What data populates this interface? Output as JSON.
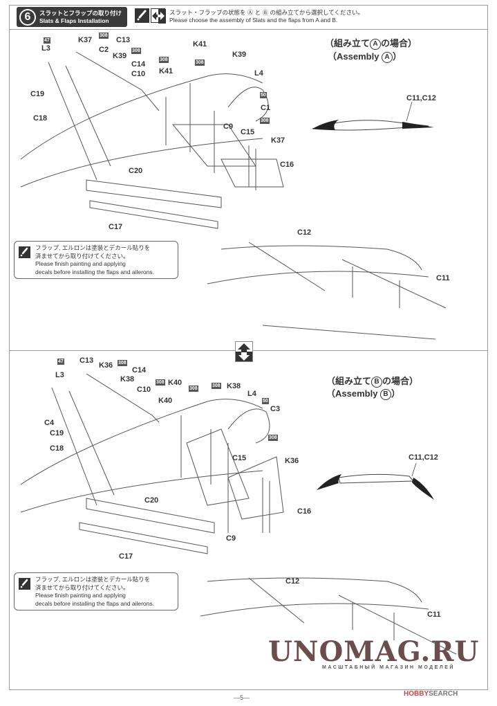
{
  "header": {
    "step_number": "6",
    "title_jp": "スラットとフラップの取り付け",
    "title_en": "Slats & Flaps Installation",
    "instruction_jp": "スラット・フラップの状態を Ⓐ と Ⓑ の組み立てから選択してください。",
    "instruction_en": "Please choose the assembly of Slats and the flaps from A and B.",
    "icons": [
      "paint-brush-icon",
      "choose-option-arrows-icon"
    ]
  },
  "note": {
    "line1_jp": "フラップ, エルロンは塗装とデカール貼りを",
    "line2_jp": "済ませてから取り付けてください。",
    "line3_en": "Please finish painting and applying",
    "line4_en": "decals before installing the flaps and ailerons."
  },
  "assembly_a": {
    "title_jp_prefix": "（組み立て",
    "title_jp_suffix": "の場合）",
    "title_en_prefix": "（Assembly ",
    "title_en_suffix": "）",
    "letter": "A",
    "profile_label": "C11,C12",
    "part_labels": [
      "L3",
      "K37",
      "C13",
      "C2",
      "K39",
      "C14",
      "C10",
      "K41",
      "K41",
      "K39",
      "L4",
      "C1",
      "C9",
      "C15",
      "K37",
      "C16",
      "C19",
      "C18",
      "C20",
      "C17",
      "C12",
      "C11"
    ],
    "paint_codes": [
      "47",
      "308",
      "308",
      "308",
      "308",
      "50",
      "308"
    ]
  },
  "assembly_b": {
    "title_jp_prefix": "（組み立て",
    "title_jp_suffix": "の場合）",
    "title_en_prefix": "（Assembly ",
    "title_en_suffix": "）",
    "letter": "B",
    "profile_label": "C11,C12",
    "part_labels": [
      "L3",
      "C13",
      "K36",
      "K38",
      "C14",
      "C10",
      "K40",
      "K40",
      "K38",
      "L4",
      "C3",
      "C4",
      "C19",
      "C18",
      "C15",
      "K36",
      "C16",
      "C20",
      "C9",
      "C17",
      "C12",
      "C11"
    ],
    "paint_codes": [
      "47",
      "308",
      "308",
      "308",
      "308",
      "50",
      "308"
    ]
  },
  "footer": {
    "page_number": "—5—",
    "watermark": "UNOMAG.RU",
    "watermark_sub": "МАСШТАБНЫЙ МАГАЗИН МОДЕЛЕЙ",
    "source_mark": "HOBBY",
    "source_suffix": "SEARCH"
  }
}
